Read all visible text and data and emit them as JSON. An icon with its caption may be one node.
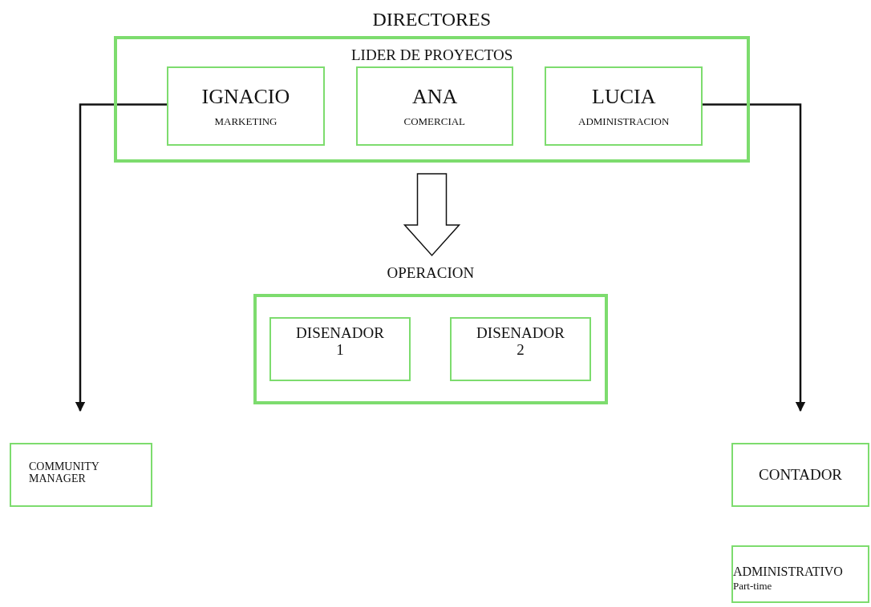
{
  "diagram": {
    "nodes": [
      {
        "text": [
          "DIRECTORES",
          "LIDER DE PROYECTOS"
        ]
      },
      {
        "text": [
          "IGNACIO",
          "MARKETING"
        ],
        "in": 0
      },
      {
        "text": [
          "ANA",
          "COMERCIAL"
        ],
        "in": 0
      },
      {
        "text": [
          "LUCIA",
          "ADMINISTRACION"
        ],
        "in": 0
      },
      {
        "text": [
          "OPERACION"
        ]
      },
      {
        "text": [
          "DISENADOR 1"
        ],
        "in": 4
      },
      {
        "text": [
          "DISENADOR 2"
        ],
        "in": 4
      },
      {
        "text": [
          "COMMUNITY MANAGER"
        ]
      },
      {
        "text": [
          "CONTADOR"
        ]
      },
      {
        "text": [
          "ADMINISTRATIVO",
          "Part-time"
        ]
      }
    ],
    "edges": [
      {
        "from": 1,
        "to": 7,
        "arrow": "to"
      },
      {
        "from": 3,
        "to": 8,
        "arrow": "to"
      },
      {
        "from": 0,
        "to": 4,
        "arrow": "to",
        "style": "thick"
      }
    ]
  }
}
